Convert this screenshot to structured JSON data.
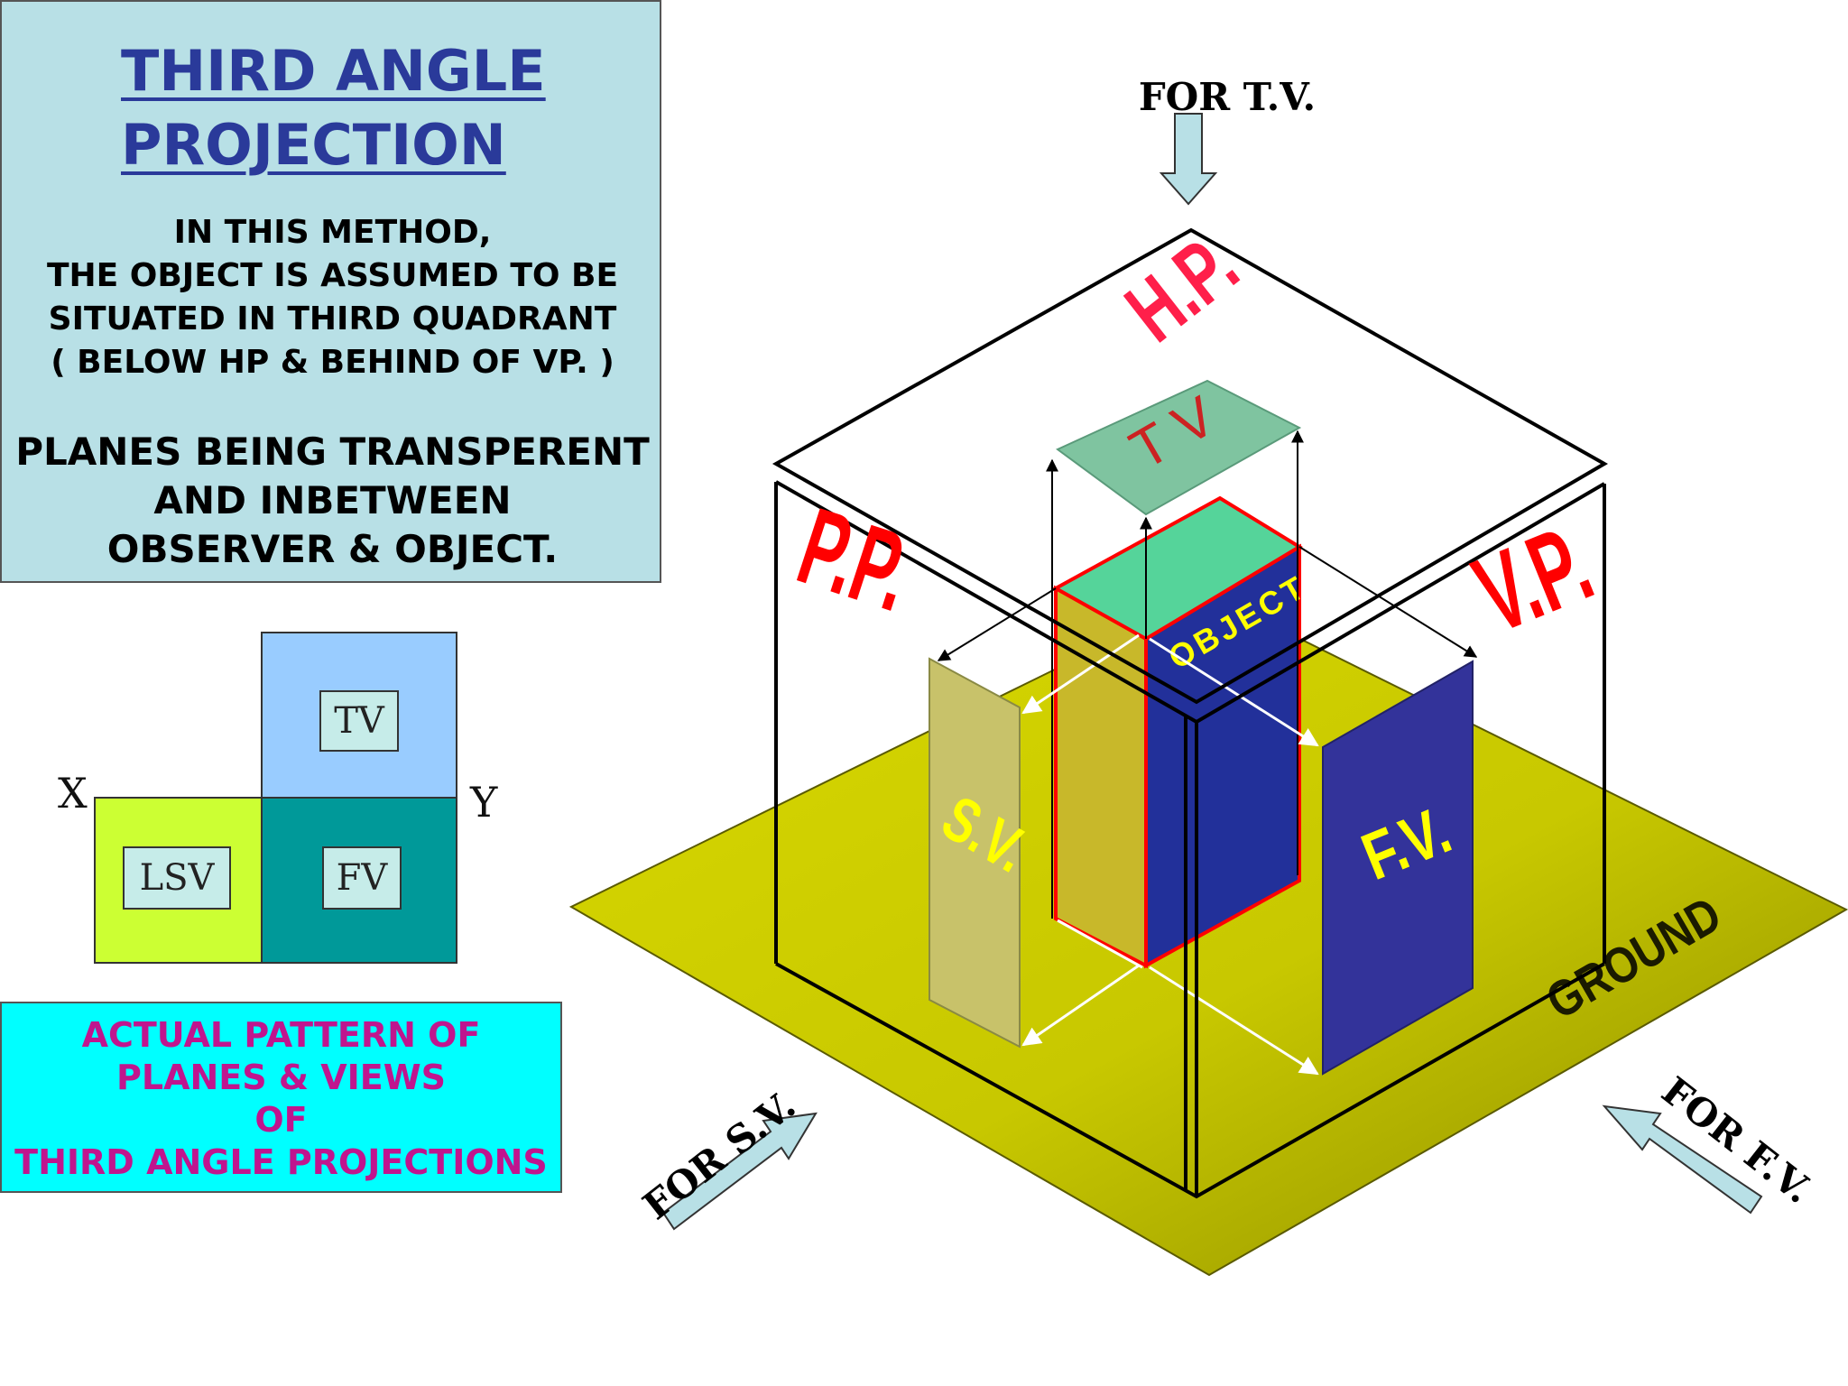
{
  "info": {
    "title_lines": [
      "THIRD ANGLE ",
      "PROJECTION"
    ],
    "description_lines": [
      "IN THIS METHOD,",
      "THE OBJECT IS ASSUMED TO BE",
      "SITUATED IN THIRD QUADRANT",
      "( BELOW HP & BEHIND OF VP. )"
    ],
    "planes_lines": [
      "PLANES BEING TRANSPERENT",
      "AND INBETWEEN",
      "OBSERVER & OBJECT."
    ]
  },
  "layout": {
    "x_label": "X",
    "y_label": "Y",
    "tv_label": "TV",
    "fv_label": "FV",
    "lsv_label": "LSV"
  },
  "pattern_box": {
    "lines": [
      "ACTUAL PATTERN OF",
      "PLANES & VIEWS",
      "OF",
      "THIRD ANGLE PROJECTIONS"
    ]
  },
  "diagram": {
    "for_tv": "FOR T.V.",
    "for_sv": "FOR S.V.",
    "for_fv": "FOR F.V.",
    "hp": "H.P.",
    "pp": "P.P.",
    "vp": "V.P.",
    "tv": "T V",
    "object": "OBJECT",
    "sv": "S.V.",
    "fv": "F.V.",
    "ground": "GROUND"
  },
  "colors": {
    "info_bg": "#b8e0e6",
    "title": "#2a3a9a",
    "pattern_bg": "#00ffff",
    "pattern_text": "#c0158e",
    "plane_label_red": "#ff0000",
    "ground_yellow": "#c8c800",
    "object_blue": "#22309a",
    "object_top_green": "#55d49a",
    "view_yellow": "#ffff00",
    "layout_tv": "#99ccff",
    "layout_fv": "#009999",
    "layout_lsv": "#ccff33"
  }
}
